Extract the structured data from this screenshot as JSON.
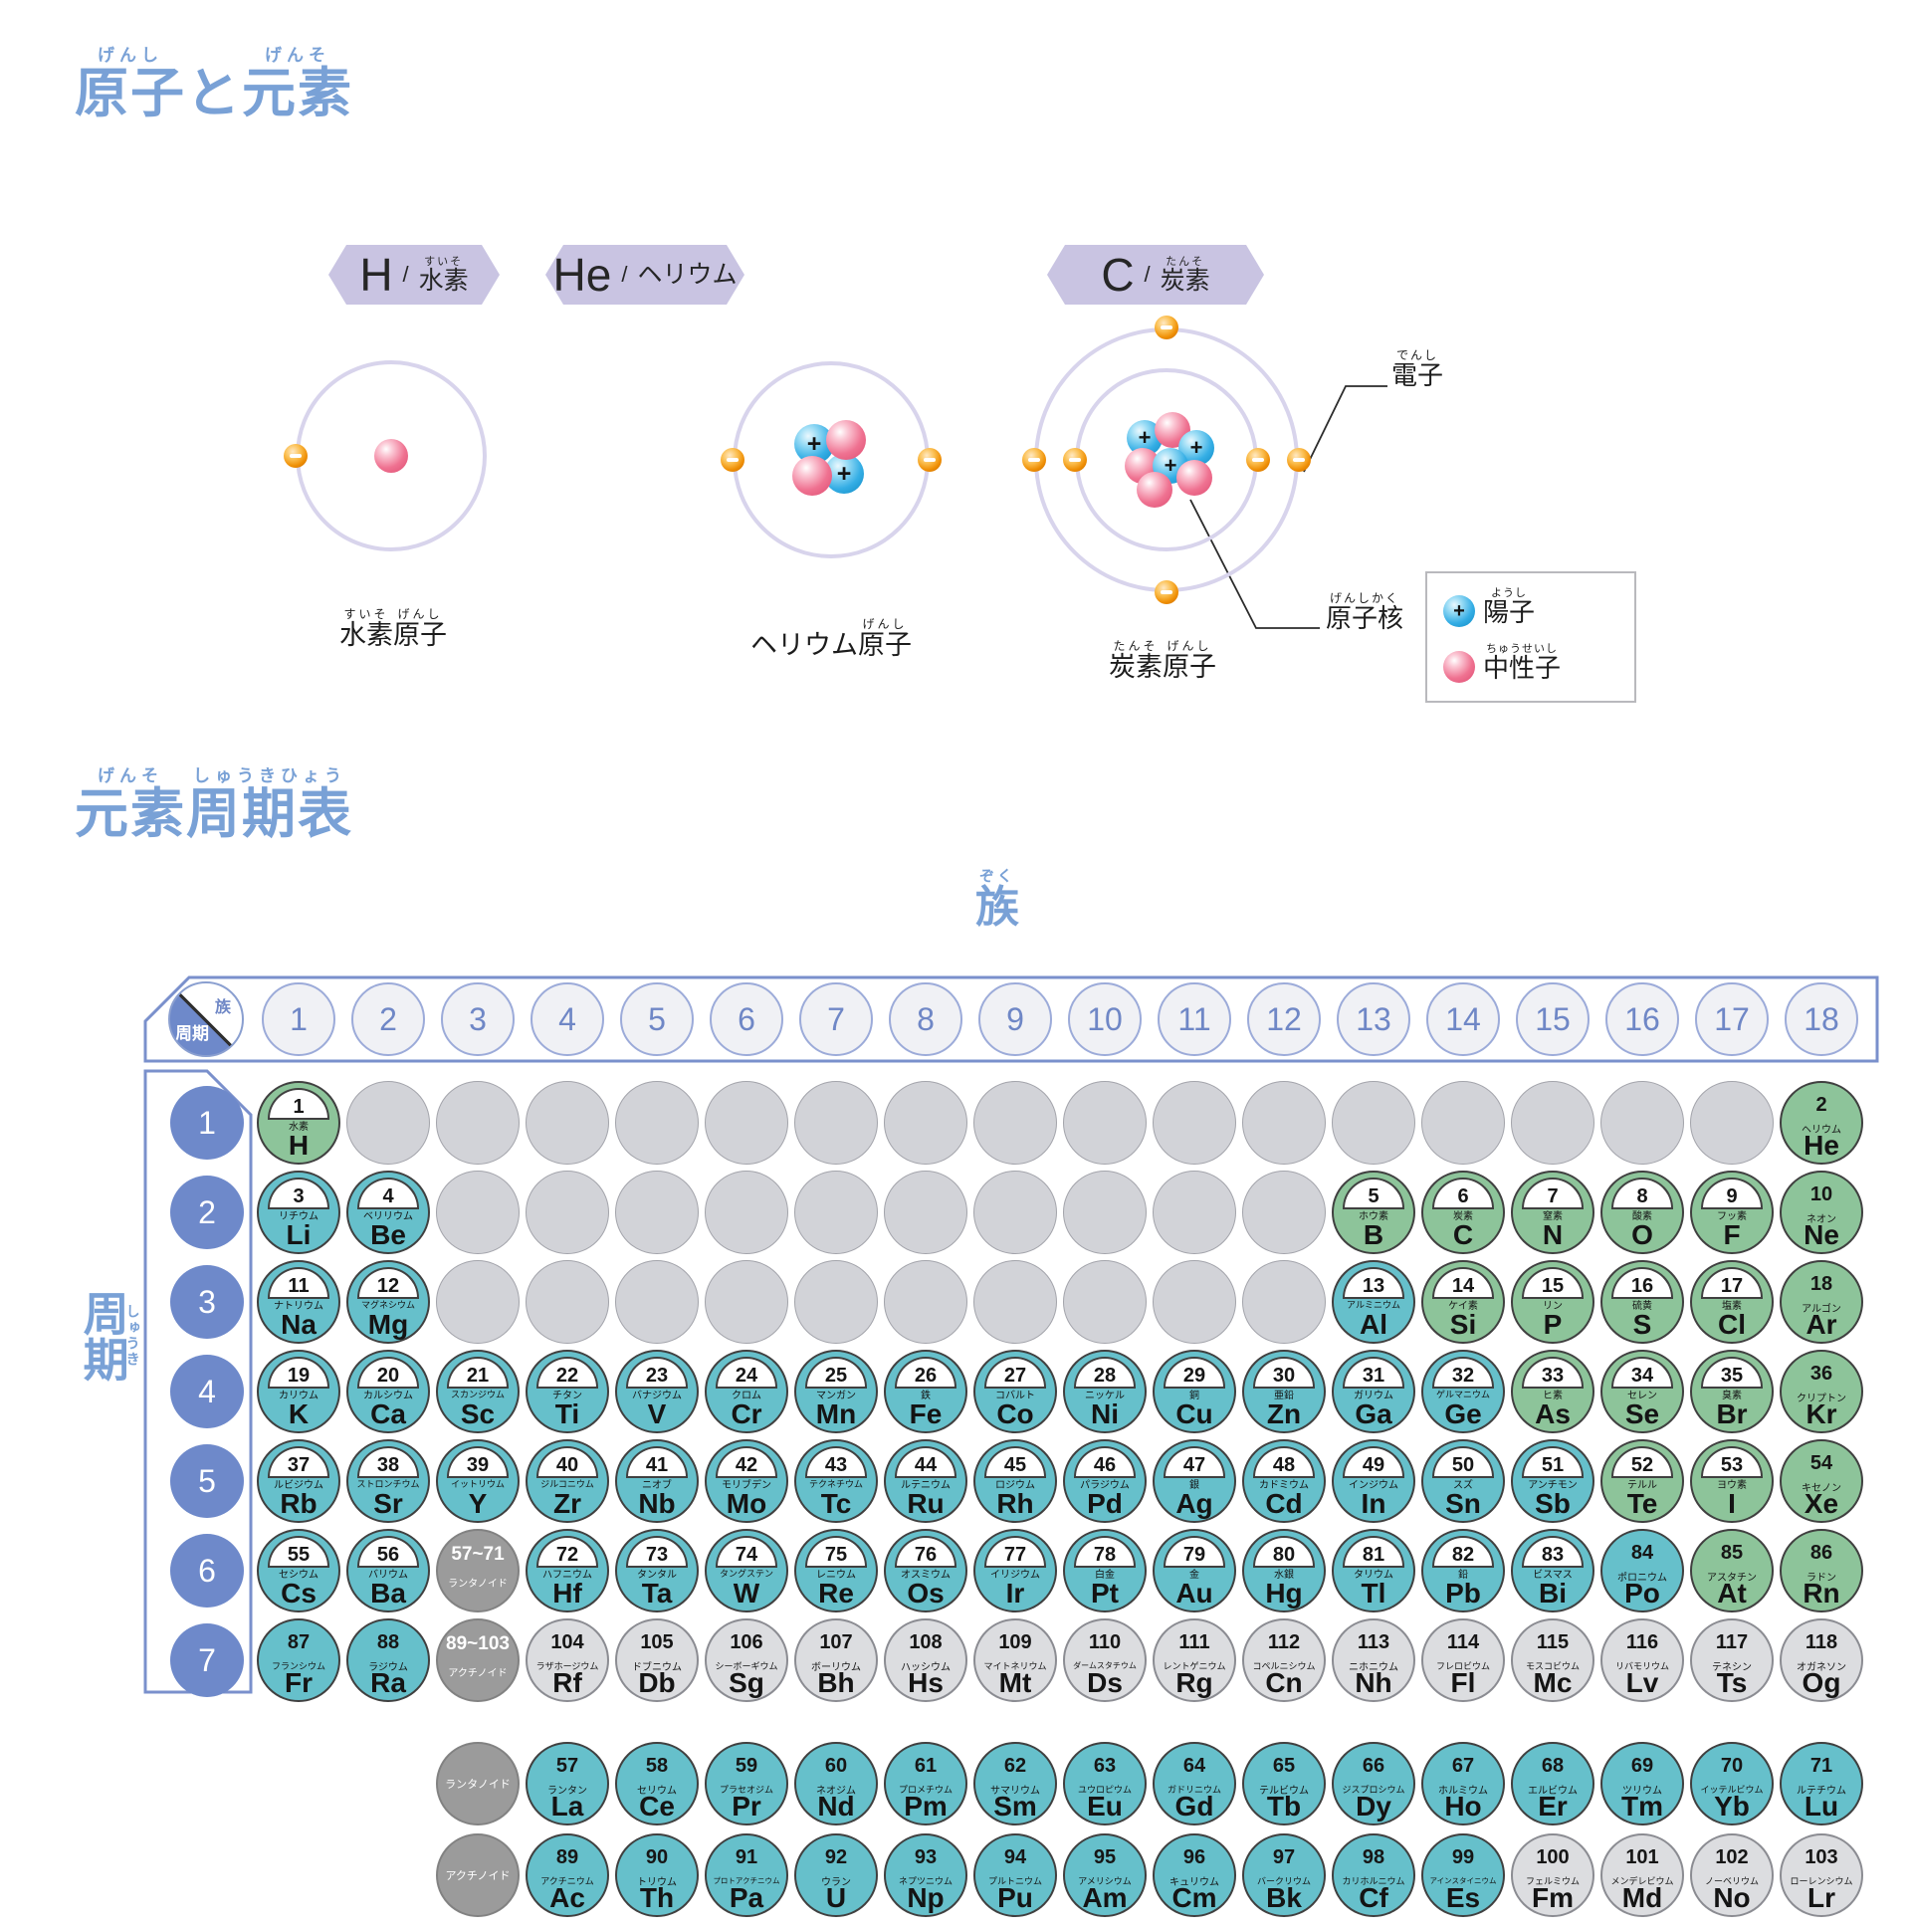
{
  "titles": {
    "main": {
      "parts": [
        {
          "t": "原子",
          "r": "げんし"
        },
        {
          "t": "と"
        },
        {
          "t": "元素",
          "r": "げんそ"
        }
      ]
    },
    "table": {
      "parts": [
        {
          "t": "元素",
          "r": "げんそ"
        },
        {
          "t": "周期表",
          "r": "しゅうきひょう"
        }
      ]
    }
  },
  "atoms": {
    "banners": [
      {
        "symbol": "H",
        "sep": "/",
        "name": {
          "parts": [
            {
              "t": "水素",
              "r": "すいそ"
            }
          ]
        }
      },
      {
        "symbol": "He",
        "sep": "/",
        "name": {
          "parts": [
            {
              "t": "ヘリウム"
            }
          ]
        }
      },
      {
        "symbol": "C",
        "sep": "/",
        "name": {
          "parts": [
            {
              "t": "炭素",
              "r": "たんそ"
            }
          ]
        }
      }
    ],
    "captions": [
      {
        "parts": [
          {
            "t": "水素",
            "r": "すいそ"
          },
          {
            "t": "原子",
            "r": "げんし"
          }
        ]
      },
      {
        "parts": [
          {
            "t": "ヘリウム"
          },
          {
            "t": "原子",
            "r": "げんし"
          }
        ]
      },
      {
        "parts": [
          {
            "t": "炭素",
            "r": "たんそ"
          },
          {
            "t": "原子",
            "r": "げんし"
          }
        ]
      }
    ],
    "callouts": {
      "electron": {
        "parts": [
          {
            "t": "電子",
            "r": "でんし"
          }
        ]
      },
      "nucleus": {
        "parts": [
          {
            "t": "原子核",
            "r": "げんしかく"
          }
        ]
      }
    },
    "legend": {
      "proton": {
        "parts": [
          {
            "t": "陽子",
            "r": "ようし"
          }
        ]
      },
      "neutron": {
        "parts": [
          {
            "t": "中性子",
            "r": "ちゅうせいし"
          }
        ]
      }
    }
  },
  "ptable": {
    "group_axis": {
      "parts": [
        {
          "t": "族",
          "r": "ぞく"
        }
      ]
    },
    "period_axis": {
      "parts": [
        {
          "t": "周期",
          "r": "しゅうき"
        }
      ]
    },
    "corner": {
      "group": "族",
      "period": "周期"
    },
    "groups": [
      1,
      2,
      3,
      4,
      5,
      6,
      7,
      8,
      9,
      10,
      11,
      12,
      13,
      14,
      15,
      16,
      17,
      18
    ],
    "periods": [
      1,
      2,
      3,
      4,
      5,
      6,
      7
    ],
    "empties": [
      [
        1,
        2,
        17
      ],
      [
        2,
        3,
        12
      ],
      [
        3,
        3,
        12
      ]
    ],
    "series": [
      {
        "period": 6,
        "range": "57~71",
        "label": "ランタノイド"
      },
      {
        "period": 7,
        "range": "89~103",
        "label": "アクチノイド"
      }
    ],
    "elements": [
      [
        1,
        "H",
        "水素",
        1,
        1,
        "G",
        1
      ],
      [
        2,
        "He",
        "ヘリウム",
        1,
        18,
        "G",
        0
      ],
      [
        3,
        "Li",
        "リチウム",
        2,
        1,
        "T",
        1
      ],
      [
        4,
        "Be",
        "ベリリウム",
        2,
        2,
        "T",
        1
      ],
      [
        5,
        "B",
        "ホウ素",
        2,
        13,
        "G",
        1
      ],
      [
        6,
        "C",
        "炭素",
        2,
        14,
        "G",
        1
      ],
      [
        7,
        "N",
        "窒素",
        2,
        15,
        "G",
        1
      ],
      [
        8,
        "O",
        "酸素",
        2,
        16,
        "G",
        1
      ],
      [
        9,
        "F",
        "フッ素",
        2,
        17,
        "G",
        1
      ],
      [
        10,
        "Ne",
        "ネオン",
        2,
        18,
        "G",
        0
      ],
      [
        11,
        "Na",
        "ナトリウム",
        3,
        1,
        "T",
        1
      ],
      [
        12,
        "Mg",
        "マグネシウム",
        3,
        2,
        "T",
        1
      ],
      [
        13,
        "Al",
        "アルミニウム",
        3,
        13,
        "T",
        1
      ],
      [
        14,
        "Si",
        "ケイ素",
        3,
        14,
        "G",
        1
      ],
      [
        15,
        "P",
        "リン",
        3,
        15,
        "G",
        1
      ],
      [
        16,
        "S",
        "硫黄",
        3,
        16,
        "G",
        1
      ],
      [
        17,
        "Cl",
        "塩素",
        3,
        17,
        "G",
        1
      ],
      [
        18,
        "Ar",
        "アルゴン",
        3,
        18,
        "G",
        0
      ],
      [
        19,
        "K",
        "カリウム",
        4,
        1,
        "T",
        1
      ],
      [
        20,
        "Ca",
        "カルシウム",
        4,
        2,
        "T",
        1
      ],
      [
        21,
        "Sc",
        "スカンジウム",
        4,
        3,
        "T",
        1
      ],
      [
        22,
        "Ti",
        "チタン",
        4,
        4,
        "T",
        1
      ],
      [
        23,
        "V",
        "バナジウム",
        4,
        5,
        "T",
        1
      ],
      [
        24,
        "Cr",
        "クロム",
        4,
        6,
        "T",
        1
      ],
      [
        25,
        "Mn",
        "マンガン",
        4,
        7,
        "T",
        1
      ],
      [
        26,
        "Fe",
        "鉄",
        4,
        8,
        "T",
        1
      ],
      [
        27,
        "Co",
        "コバルト",
        4,
        9,
        "T",
        1
      ],
      [
        28,
        "Ni",
        "ニッケル",
        4,
        10,
        "T",
        1
      ],
      [
        29,
        "Cu",
        "銅",
        4,
        11,
        "T",
        1
      ],
      [
        30,
        "Zn",
        "亜鉛",
        4,
        12,
        "T",
        1
      ],
      [
        31,
        "Ga",
        "ガリウム",
        4,
        13,
        "T",
        1
      ],
      [
        32,
        "Ge",
        "ゲルマニウム",
        4,
        14,
        "T",
        1
      ],
      [
        33,
        "As",
        "ヒ素",
        4,
        15,
        "G",
        1
      ],
      [
        34,
        "Se",
        "セレン",
        4,
        16,
        "G",
        1
      ],
      [
        35,
        "Br",
        "臭素",
        4,
        17,
        "G",
        1
      ],
      [
        36,
        "Kr",
        "クリプトン",
        4,
        18,
        "G",
        0
      ],
      [
        37,
        "Rb",
        "ルビジウム",
        5,
        1,
        "T",
        1
      ],
      [
        38,
        "Sr",
        "ストロンチウム",
        5,
        2,
        "T",
        1
      ],
      [
        39,
        "Y",
        "イットリウム",
        5,
        3,
        "T",
        1
      ],
      [
        40,
        "Zr",
        "ジルコニウム",
        5,
        4,
        "T",
        1
      ],
      [
        41,
        "Nb",
        "ニオブ",
        5,
        5,
        "T",
        1
      ],
      [
        42,
        "Mo",
        "モリブデン",
        5,
        6,
        "T",
        1
      ],
      [
        43,
        "Tc",
        "テクネチウム",
        5,
        7,
        "T",
        1
      ],
      [
        44,
        "Ru",
        "ルテニウム",
        5,
        8,
        "T",
        1
      ],
      [
        45,
        "Rh",
        "ロジウム",
        5,
        9,
        "T",
        1
      ],
      [
        46,
        "Pd",
        "パラジウム",
        5,
        10,
        "T",
        1
      ],
      [
        47,
        "Ag",
        "銀",
        5,
        11,
        "T",
        1
      ],
      [
        48,
        "Cd",
        "カドミウム",
        5,
        12,
        "T",
        1
      ],
      [
        49,
        "In",
        "インジウム",
        5,
        13,
        "T",
        1
      ],
      [
        50,
        "Sn",
        "スズ",
        5,
        14,
        "T",
        1
      ],
      [
        51,
        "Sb",
        "アンチモン",
        5,
        15,
        "T",
        1
      ],
      [
        52,
        "Te",
        "テルル",
        5,
        16,
        "G",
        1
      ],
      [
        53,
        "I",
        "ヨウ素",
        5,
        17,
        "G",
        1
      ],
      [
        54,
        "Xe",
        "キセノン",
        5,
        18,
        "G",
        0
      ],
      [
        55,
        "Cs",
        "セシウム",
        6,
        1,
        "T",
        1
      ],
      [
        56,
        "Ba",
        "バリウム",
        6,
        2,
        "T",
        1
      ],
      [
        72,
        "Hf",
        "ハフニウム",
        6,
        4,
        "T",
        1
      ],
      [
        73,
        "Ta",
        "タンタル",
        6,
        5,
        "T",
        1
      ],
      [
        74,
        "W",
        "タングステン",
        6,
        6,
        "T",
        1
      ],
      [
        75,
        "Re",
        "レニウム",
        6,
        7,
        "T",
        1
      ],
      [
        76,
        "Os",
        "オスミウム",
        6,
        8,
        "T",
        1
      ],
      [
        77,
        "Ir",
        "イリジウム",
        6,
        9,
        "T",
        1
      ],
      [
        78,
        "Pt",
        "白金",
        6,
        10,
        "T",
        1
      ],
      [
        79,
        "Au",
        "金",
        6,
        11,
        "T",
        1
      ],
      [
        80,
        "Hg",
        "水銀",
        6,
        12,
        "T",
        1
      ],
      [
        81,
        "Tl",
        "タリウム",
        6,
        13,
        "T",
        1
      ],
      [
        82,
        "Pb",
        "鉛",
        6,
        14,
        "T",
        1
      ],
      [
        83,
        "Bi",
        "ビスマス",
        6,
        15,
        "T",
        1
      ],
      [
        84,
        "Po",
        "ポロニウム",
        6,
        16,
        "T",
        0
      ],
      [
        85,
        "At",
        "アスタチン",
        6,
        17,
        "G",
        0
      ],
      [
        86,
        "Rn",
        "ラドン",
        6,
        18,
        "G",
        0
      ],
      [
        87,
        "Fr",
        "フランシウム",
        7,
        1,
        "T",
        0
      ],
      [
        88,
        "Ra",
        "ラジウム",
        7,
        2,
        "T",
        0
      ],
      [
        104,
        "Rf",
        "ラザホージウム",
        7,
        4,
        "S",
        0
      ],
      [
        105,
        "Db",
        "ドブニウム",
        7,
        5,
        "S",
        0
      ],
      [
        106,
        "Sg",
        "シーボーギウム",
        7,
        6,
        "S",
        0
      ],
      [
        107,
        "Bh",
        "ボーリウム",
        7,
        7,
        "S",
        0
      ],
      [
        108,
        "Hs",
        "ハッシウム",
        7,
        8,
        "S",
        0
      ],
      [
        109,
        "Mt",
        "マイトネリウム",
        7,
        9,
        "S",
        0
      ],
      [
        110,
        "Ds",
        "ダームスタチウム",
        7,
        10,
        "S",
        0
      ],
      [
        111,
        "Rg",
        "レントゲニウム",
        7,
        11,
        "S",
        0
      ],
      [
        112,
        "Cn",
        "コペルニシウム",
        7,
        12,
        "S",
        0
      ],
      [
        113,
        "Nh",
        "ニホニウム",
        7,
        13,
        "S",
        0
      ],
      [
        114,
        "Fl",
        "フレロビウム",
        7,
        14,
        "S",
        0
      ],
      [
        115,
        "Mc",
        "モスコビウム",
        7,
        15,
        "S",
        0
      ],
      [
        116,
        "Lv",
        "リバモリウム",
        7,
        16,
        "S",
        0
      ],
      [
        117,
        "Ts",
        "テネシン",
        7,
        17,
        "S",
        0
      ],
      [
        118,
        "Og",
        "オガネソン",
        7,
        18,
        "S",
        0
      ]
    ],
    "fblock": [
      {
        "label": "ランタノイド",
        "items": [
          [
            57,
            "La",
            "ランタン",
            "T"
          ],
          [
            58,
            "Ce",
            "セリウム",
            "T"
          ],
          [
            59,
            "Pr",
            "プラセオジム",
            "T"
          ],
          [
            60,
            "Nd",
            "ネオジム",
            "T"
          ],
          [
            61,
            "Pm",
            "プロメチウム",
            "T"
          ],
          [
            62,
            "Sm",
            "サマリウム",
            "T"
          ],
          [
            63,
            "Eu",
            "ユウロピウム",
            "T"
          ],
          [
            64,
            "Gd",
            "ガドリニウム",
            "T"
          ],
          [
            65,
            "Tb",
            "テルビウム",
            "T"
          ],
          [
            66,
            "Dy",
            "ジスプロシウム",
            "T"
          ],
          [
            67,
            "Ho",
            "ホルミウム",
            "T"
          ],
          [
            68,
            "Er",
            "エルビウム",
            "T"
          ],
          [
            69,
            "Tm",
            "ツリウム",
            "T"
          ],
          [
            70,
            "Yb",
            "イッテルビウム",
            "T"
          ],
          [
            71,
            "Lu",
            "ルテチウム",
            "T"
          ]
        ]
      },
      {
        "label": "アクチノイド",
        "items": [
          [
            89,
            "Ac",
            "アクチニウム",
            "T"
          ],
          [
            90,
            "Th",
            "トリウム",
            "T"
          ],
          [
            91,
            "Pa",
            "プロトアクチニウム",
            "T"
          ],
          [
            92,
            "U",
            "ウラン",
            "T"
          ],
          [
            93,
            "Np",
            "ネプツニウム",
            "T"
          ],
          [
            94,
            "Pu",
            "プルトニウム",
            "T"
          ],
          [
            95,
            "Am",
            "アメリシウム",
            "T"
          ],
          [
            96,
            "Cm",
            "キュリウム",
            "T"
          ],
          [
            97,
            "Bk",
            "バークリウム",
            "T"
          ],
          [
            98,
            "Cf",
            "カリホルニウム",
            "T"
          ],
          [
            99,
            "Es",
            "アインスタイニウム",
            "T"
          ],
          [
            100,
            "Fm",
            "フェルミウム",
            "S"
          ],
          [
            101,
            "Md",
            "メンデレビウム",
            "S"
          ],
          [
            102,
            "No",
            "ノーベリウム",
            "S"
          ],
          [
            103,
            "Lr",
            "ローレンシウム",
            "S"
          ]
        ]
      }
    ],
    "colors": {
      "metal_teal": "#66c0cb",
      "nonmetal_green": "#8dc49a",
      "synthetic_gray": "#dcdde0",
      "empty_gray": "#d2d3d8",
      "series_gray": "#9b9b9b",
      "period_blue": "#6e89ca",
      "accent_blue": "#79a1d6",
      "banner_lavender": "#c9c4e2",
      "orbit_lavender": "#d8d4ec",
      "electron_orange": "#ef8f05",
      "proton_blue": "#35aee5",
      "neutron_pink": "#ef7291"
    }
  }
}
